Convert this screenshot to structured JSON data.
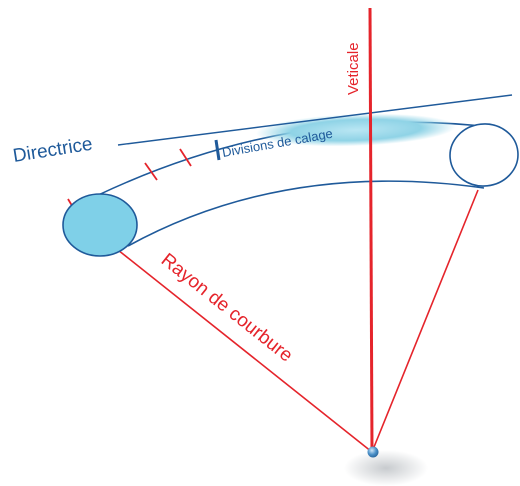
{
  "labels": {
    "verticale": "Veticale",
    "directrice": "Directrice",
    "divisions": "Divisions de calage",
    "rayon": "Rayon de courbure"
  },
  "colors": {
    "red": "#e5242b",
    "blue_line": "#1f5a9a",
    "tube_fill": "#ffffff",
    "bubble": "#8fd3e6",
    "end_cap_left": "#7fd0e8",
    "end_cap_right": "#ffffff",
    "pivot": "#4a90c8"
  }
}
